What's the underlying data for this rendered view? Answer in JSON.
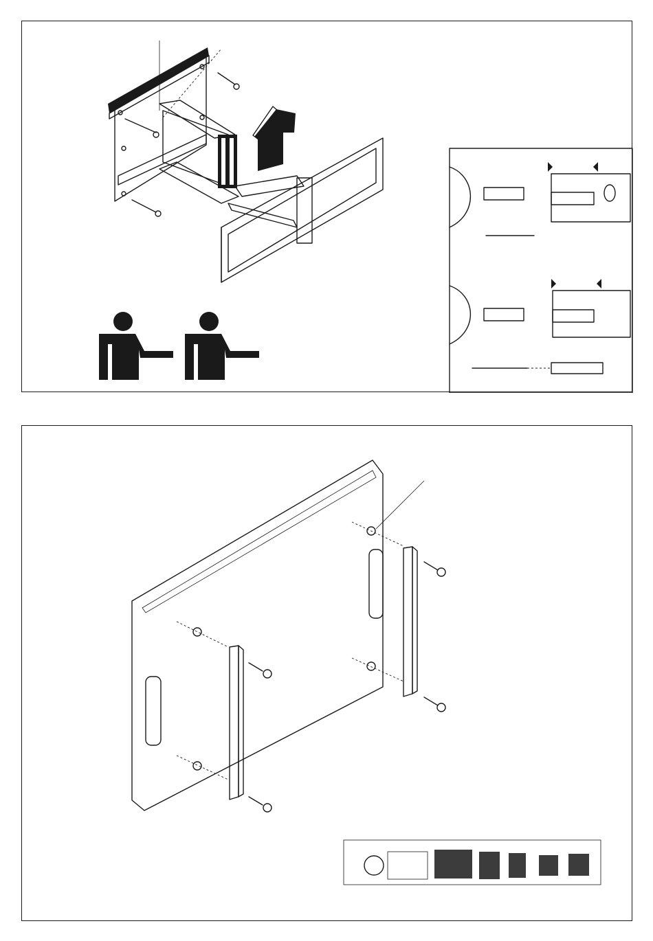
{
  "figure": {
    "panels": [
      {
        "id": "step-wall-mount",
        "people_required": 2
      },
      {
        "id": "step-tv-brackets",
        "fasteners": 4
      }
    ],
    "colors": {
      "ink": "#1a1a1a",
      "paper": "#ffffff",
      "wood": "#f4f1ea",
      "concrete": "#d9d9d4"
    },
    "icons": [
      "person-icon",
      "screw-icon",
      "arrow-up-icon",
      "drill-icon",
      "wall-plug-icon",
      "spacer-icon",
      "bracket-icon",
      "hardware-tray-icon"
    ]
  }
}
